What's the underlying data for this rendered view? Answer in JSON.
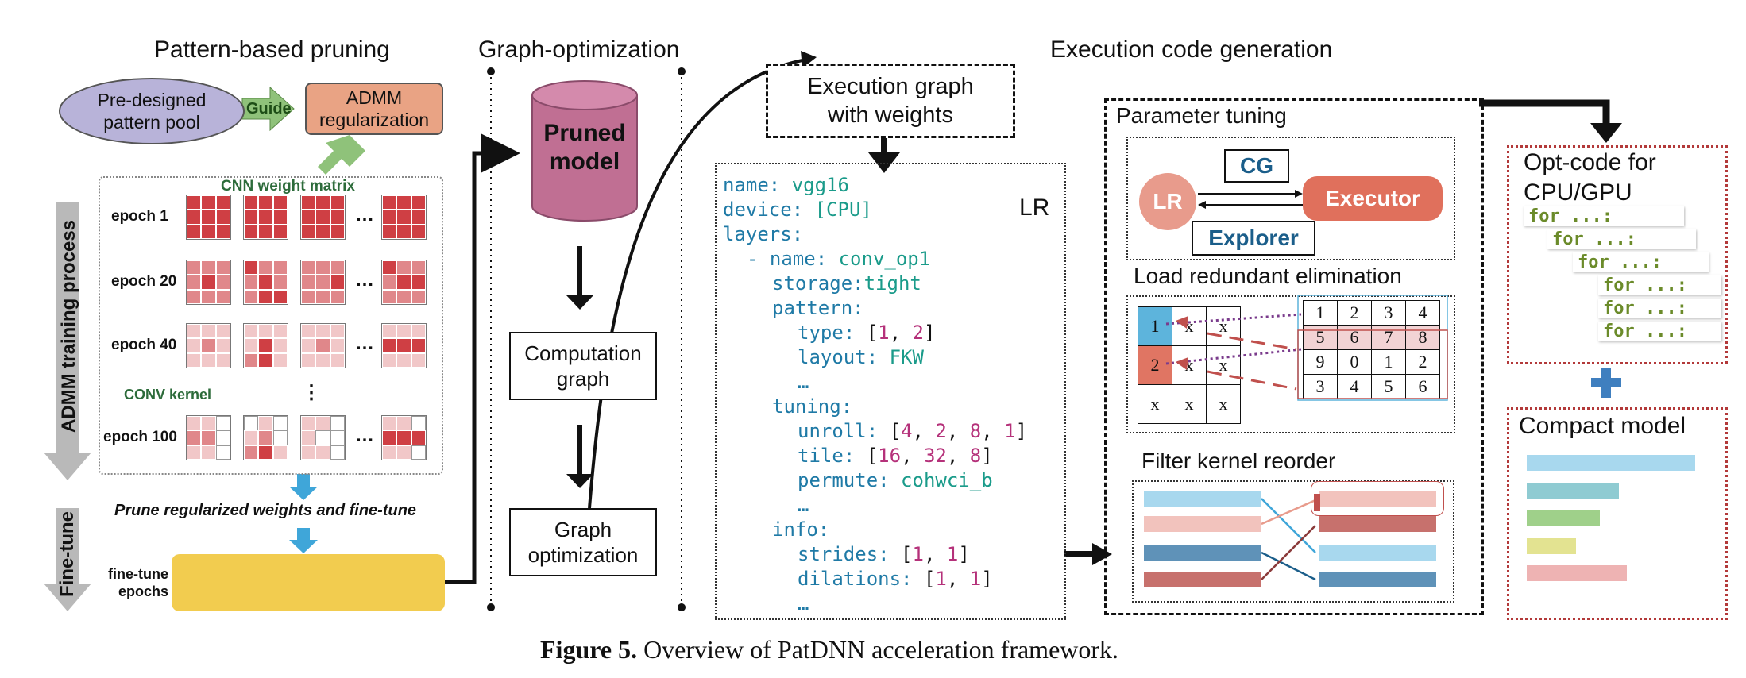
{
  "sections": {
    "pruning": "Pattern-based pruning",
    "graph": "Graph-optimization",
    "codegen": "Execution code generation"
  },
  "pruning": {
    "pool": "Pre-designed pattern pool",
    "guide": "Guide",
    "admm": "ADMM regularization",
    "cnn_matrix": "CNN weight matrix",
    "epochs": [
      "epoch 1",
      "epoch 20",
      "epoch 40",
      "epoch 100"
    ],
    "conv_kernel": "CONV kernel",
    "ellipsis": "…",
    "vdots": "⋮",
    "training_bar": "ADMM training process",
    "finetune_bar": "Fine-tune",
    "prune_note": "Prune regularized weights and fine-tune",
    "finetune_label": "fine-tune epochs"
  },
  "graph": {
    "pruned_model": "Pruned model",
    "computation_graph": "Computation graph",
    "graph_optimization": "Graph optimization"
  },
  "exec_graph": {
    "title": "Execution graph with weights",
    "lr": "LR",
    "code": {
      "l1_k": "name:",
      "l1_v": "vgg16",
      "l2_k": "device:",
      "l2_v": "[CPU]",
      "l3_k": "layers:",
      "l4_k": "- name:",
      "l4_v": "conv_op1",
      "l5_k": "storage:",
      "l5_v": "tight",
      "l6_k": "pattern:",
      "l7_k": "type:",
      "l7_v1": "1",
      "l7_v2": "2",
      "l8_k": "layout:",
      "l8_v": "FKW",
      "l9": "…",
      "l10_k": "tuning:",
      "l11_k": "unroll:",
      "l11_v": [
        "4",
        "2",
        "8",
        "1"
      ],
      "l12_k": "tile:",
      "l12_v": [
        "16",
        "32",
        "8"
      ],
      "l13_k": "permute:",
      "l13_v": "cohwci_b",
      "l14": "…",
      "l15_k": "info:",
      "l16_k": "strides:",
      "l16_v": [
        "1",
        "1"
      ],
      "l17_k": "dilations:",
      "l17_v": [
        "1",
        "1"
      ],
      "l18": "…"
    }
  },
  "codegen": {
    "param_tuning": "Parameter tuning",
    "cg": "CG",
    "lr": "LR",
    "executor": "Executor",
    "explorer": "Explorer",
    "load_redundant": "Load redundant elimination",
    "left_matrix": [
      [
        "1",
        "x",
        "x"
      ],
      [
        "2",
        "x",
        "x"
      ],
      [
        "x",
        "x",
        "x"
      ]
    ],
    "right_matrix": [
      [
        "1",
        "2",
        "3",
        "4"
      ],
      [
        "5",
        "6",
        "7",
        "8"
      ],
      [
        "9",
        "0",
        "1",
        "2"
      ],
      [
        "3",
        "4",
        "5",
        "6"
      ]
    ],
    "filter_reorder": "Filter kernel reorder",
    "opt_code_title": "Opt-code for CPU/GPU",
    "for_line": "for ...:",
    "compact_model": "Compact model"
  },
  "caption": {
    "label": "Figure 5.",
    "text": "Overview of PatDNN acceleration framework."
  },
  "colors": {
    "pool_fill": "#b8b3d9",
    "admm_fill": "#e9a384",
    "arrow_green": "#8fc27a",
    "arrow_blue": "#3fa6d9",
    "cylinder": "#c06f93",
    "finetune_yellow": "#f2cc4f",
    "code_key": "#1f7aa6",
    "code_value": "#b5317a",
    "executor": "#e0705c",
    "red_dotted": "#b3393a"
  }
}
